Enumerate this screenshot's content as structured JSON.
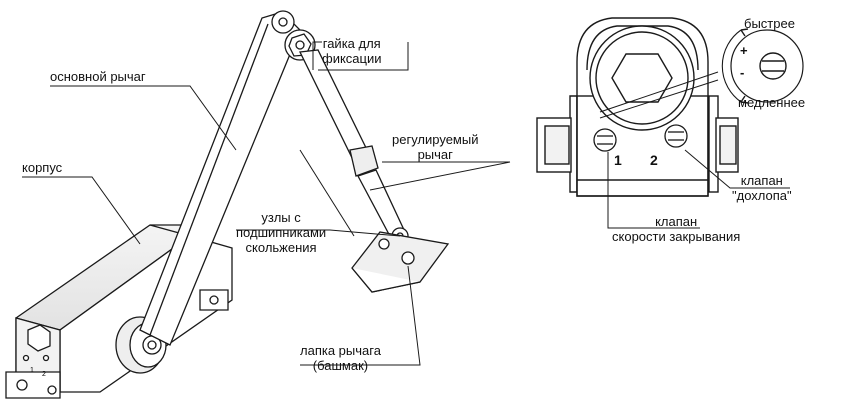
{
  "labels": {
    "housing": "корпус",
    "main_lever": "основной рычаг",
    "lock_nut": [
      "гайка для",
      "фиксации"
    ],
    "adjustable_lever": [
      "регулируемый",
      "рычаг"
    ],
    "bearings": [
      "узлы с",
      "подшипниками",
      "скольжения"
    ],
    "lever_foot": [
      "лапка рычага",
      "(башмак)"
    ],
    "faster": "быстрее",
    "slower": "медленнее",
    "plus": "+",
    "minus": "-",
    "valve1_number": "1",
    "valve2_number": "2",
    "valve_latch": [
      "клапан",
      "\"дохлопа\""
    ],
    "valve_closing_speed": [
      "клапан",
      "скорости закрывания"
    ],
    "housing_small_numbers": [
      "1",
      "2"
    ]
  },
  "colors": {
    "line": "#1a1a1a",
    "fill_light": "#ffffff",
    "fill_shade": "#e6e6e6"
  },
  "icons": [
    "hex-nut-icon",
    "adjustment-screw-icon"
  ]
}
